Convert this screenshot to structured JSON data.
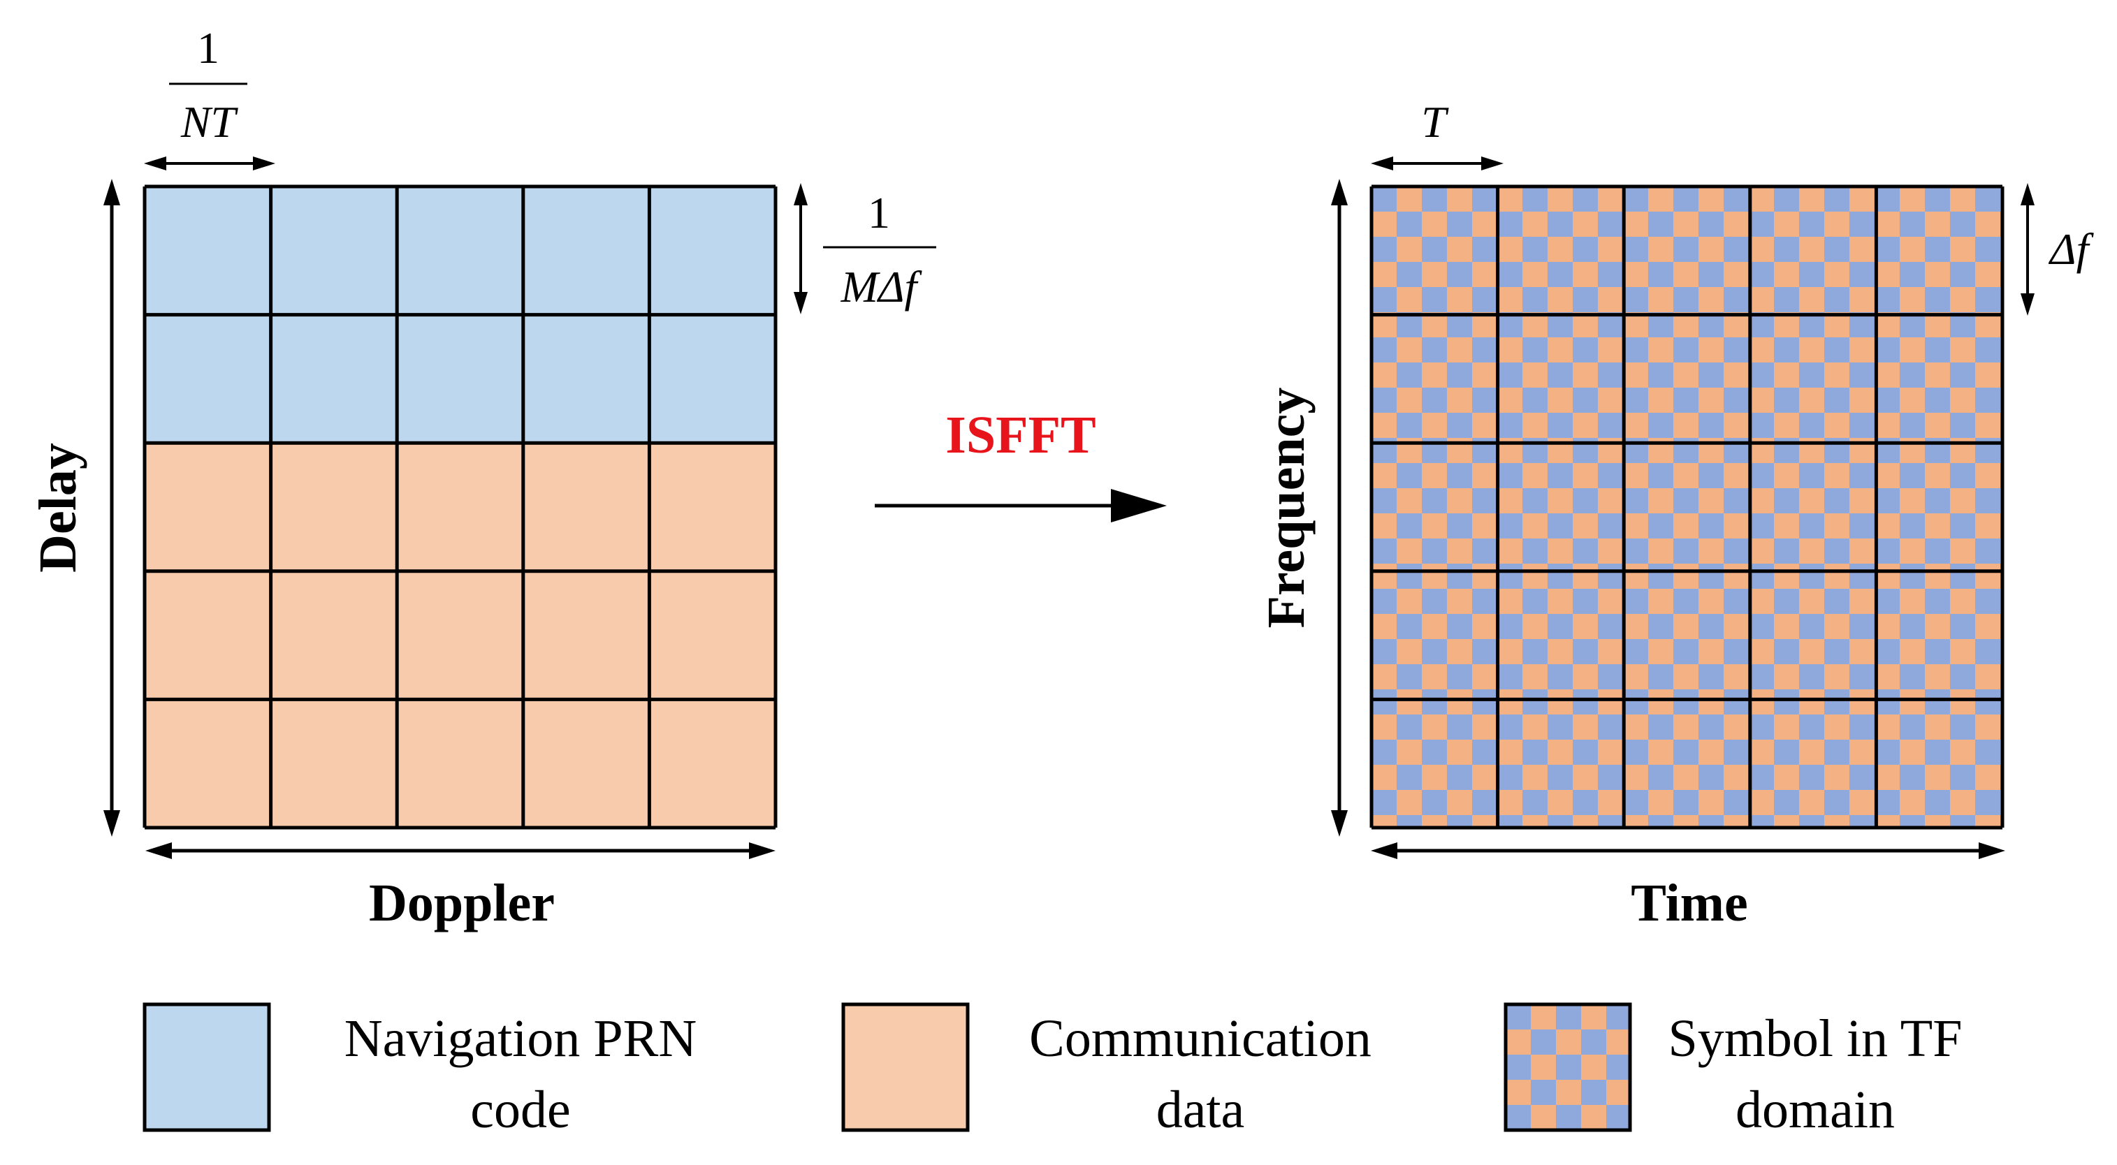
{
  "grids": {
    "dd": {
      "x_axis_label": "Doppler",
      "y_axis_label": "Delay",
      "rows": 5,
      "cols": 5,
      "navigation_rows": 2,
      "cell_width_label": {
        "numerator": "1",
        "denominator": "NT"
      },
      "cell_height_label": {
        "numerator": "1",
        "denominator": "MΔf"
      }
    },
    "tf": {
      "x_axis_label": "Time",
      "y_axis_label": "Frequency",
      "rows": 5,
      "cols": 5,
      "checker_per_cell": 5,
      "cell_width_label": "T",
      "cell_height_label": "Δf"
    }
  },
  "transform": {
    "label": "ISFFT"
  },
  "legend": [
    {
      "kind": "nav",
      "line1": "Navigation PRN",
      "line2": "code"
    },
    {
      "kind": "comm",
      "line1": "Communication",
      "line2": "data"
    },
    {
      "kind": "tf",
      "line1": "Symbol in TF",
      "line2": "domain"
    }
  ],
  "colors": {
    "navigation": "#bdd7ee",
    "communication": "#f8cbad",
    "checker_blue": "#8fa9dc",
    "checker_orange": "#f4b183",
    "accent_red": "#e8141c",
    "line": "#000000"
  }
}
